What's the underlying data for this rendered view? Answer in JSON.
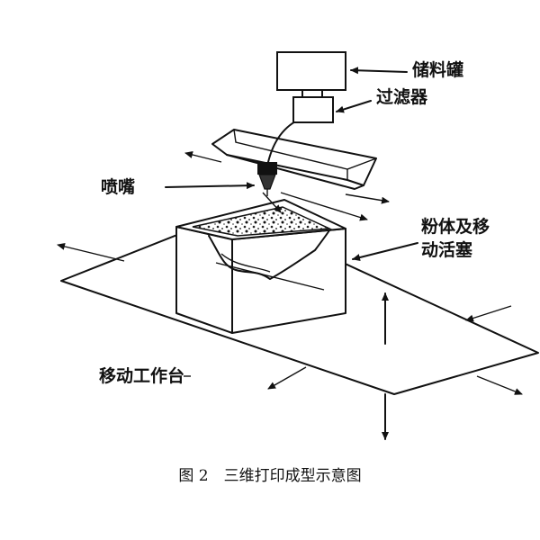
{
  "diagram": {
    "labels": {
      "reservoir": "储料罐",
      "filter": "过滤器",
      "nozzle": "喷嘴",
      "piston_line1": "粉体及移",
      "piston_line2": "动活塞",
      "stage": "移动工作台"
    },
    "caption": "图 2　三维打印成型示意图"
  }
}
